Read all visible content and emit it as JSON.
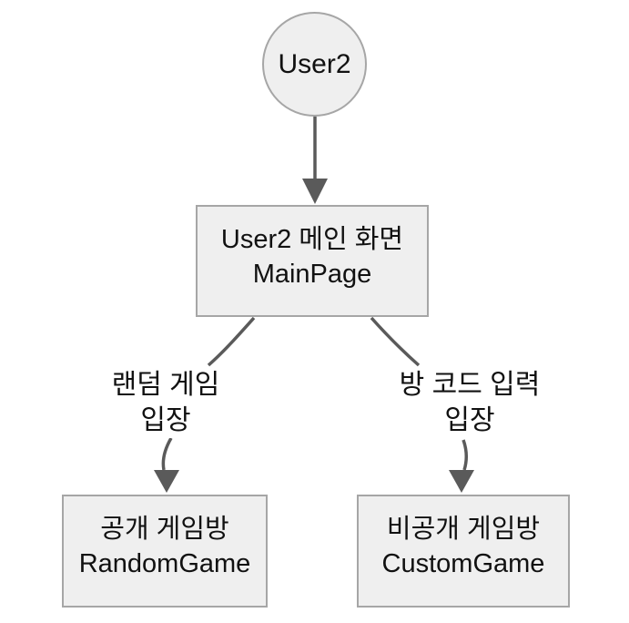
{
  "diagram": {
    "type": "flowchart",
    "colors": {
      "background": "#ffffff",
      "node_fill": "#efefef",
      "node_border": "#a6a6a6",
      "edge_color": "#5a5a5a",
      "text_color": "#111111"
    },
    "nodes": {
      "user2": {
        "shape": "circle",
        "label": "User2"
      },
      "main": {
        "shape": "rect",
        "line1": "User2 메인 화면",
        "line2": "MainPage"
      },
      "random": {
        "shape": "rect",
        "line1": "공개 게임방",
        "line2": "RandomGame"
      },
      "custom": {
        "shape": "rect",
        "line1": "비공개 게임방",
        "line2": "CustomGame"
      }
    },
    "edges": [
      {
        "from": "User2",
        "to": "MainPage",
        "label_line1": "",
        "label_line2": ""
      },
      {
        "from": "MainPage",
        "to": "RandomGame",
        "label_line1": "랜덤 게임",
        "label_line2": "입장"
      },
      {
        "from": "MainPage",
        "to": "CustomGame",
        "label_line1": "방 코드 입력",
        "label_line2": "입장"
      }
    ]
  }
}
